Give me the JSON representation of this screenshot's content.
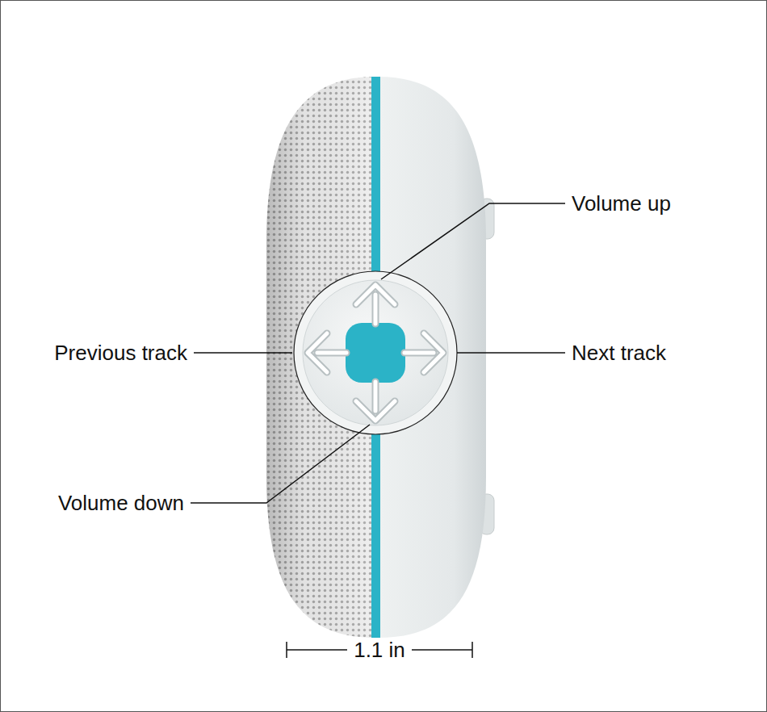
{
  "diagram": {
    "labels": [
      "Volume up",
      "Previous track",
      "Next track",
      "Volume down",
      "1.1 in"
    ]
  }
}
